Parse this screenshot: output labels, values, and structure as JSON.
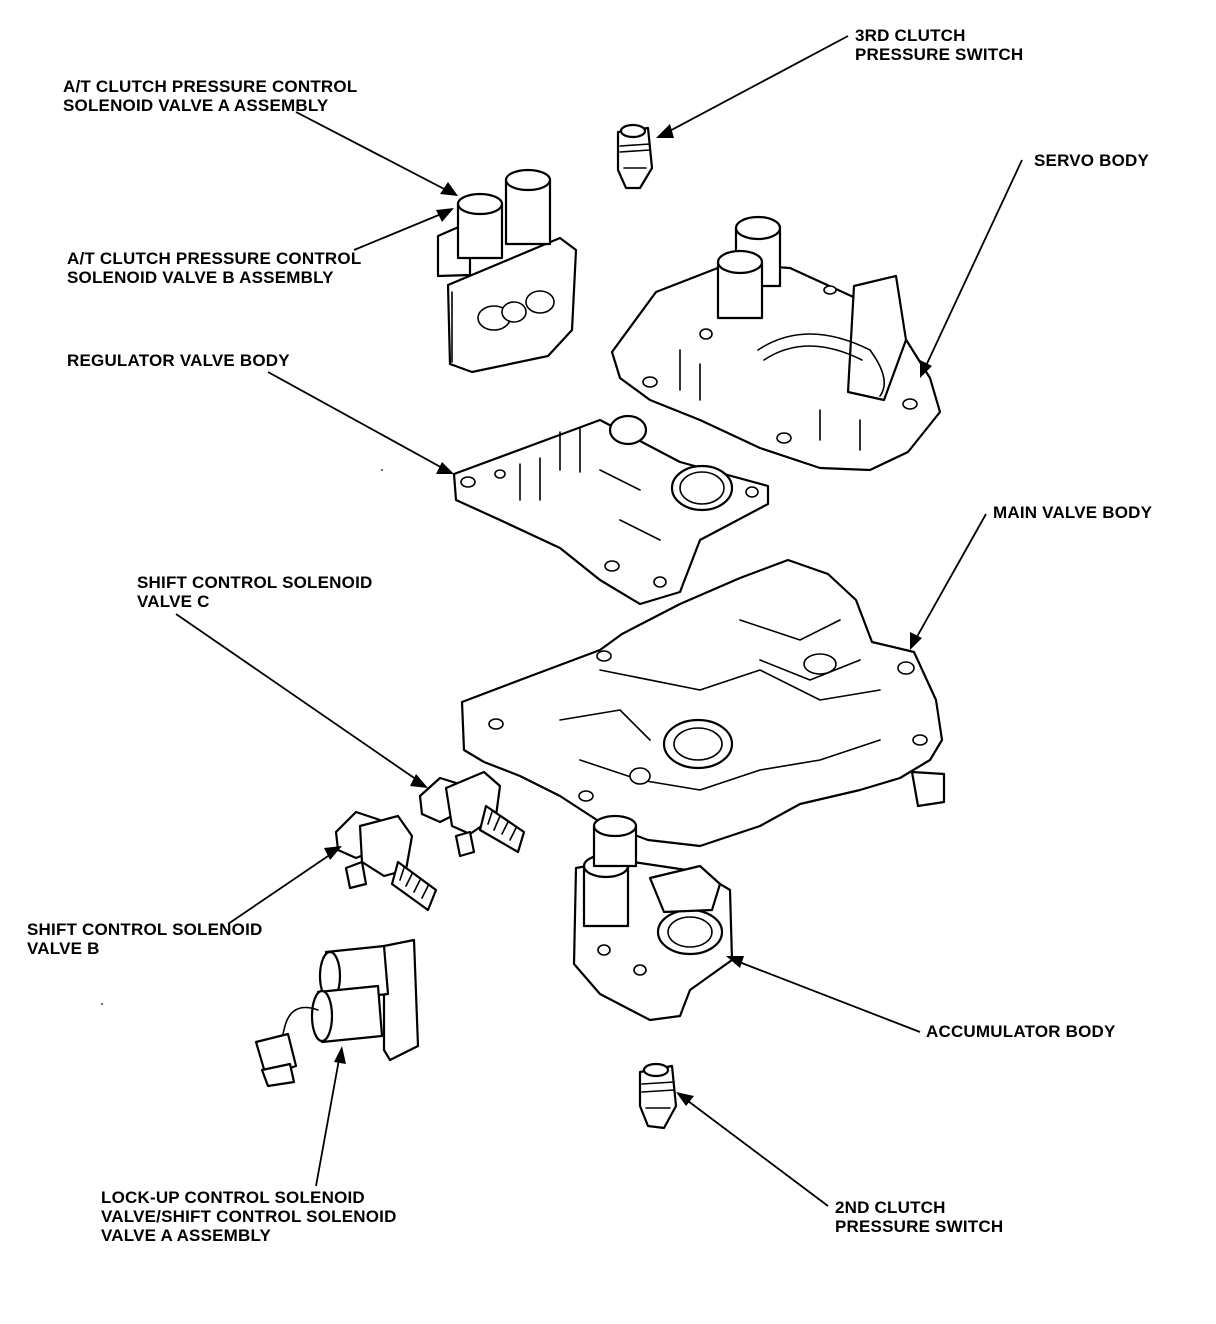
{
  "labels": {
    "clutch_switch_3rd": [
      "3RD CLUTCH",
      "PRESSURE SWITCH"
    ],
    "solenoid_a": [
      "A/T CLUTCH PRESSURE CONTROL",
      "SOLENOID VALVE A ASSEMBLY"
    ],
    "solenoid_b": [
      "A/T CLUTCH PRESSURE CONTROL",
      "SOLENOID VALVE B ASSEMBLY"
    ],
    "servo_body": [
      "SERVO BODY"
    ],
    "regulator_valve_body": [
      "REGULATOR VALVE BODY"
    ],
    "main_valve_body": [
      "MAIN VALVE BODY"
    ],
    "shift_solenoid_c": [
      "SHIFT CONTROL SOLENOID",
      "VALVE C"
    ],
    "shift_solenoid_b": [
      "SHIFT CONTROL SOLENOID",
      "VALVE B"
    ],
    "accumulator_body": [
      "ACCUMULATOR BODY"
    ],
    "lockup_solenoid": [
      "LOCK-UP CONTROL SOLENOID",
      "VALVE/SHIFT CONTROL SOLENOID",
      "VALVE A ASSEMBLY"
    ],
    "clutch_switch_2nd": [
      "2ND CLUTCH",
      "PRESSURE SWITCH"
    ]
  }
}
